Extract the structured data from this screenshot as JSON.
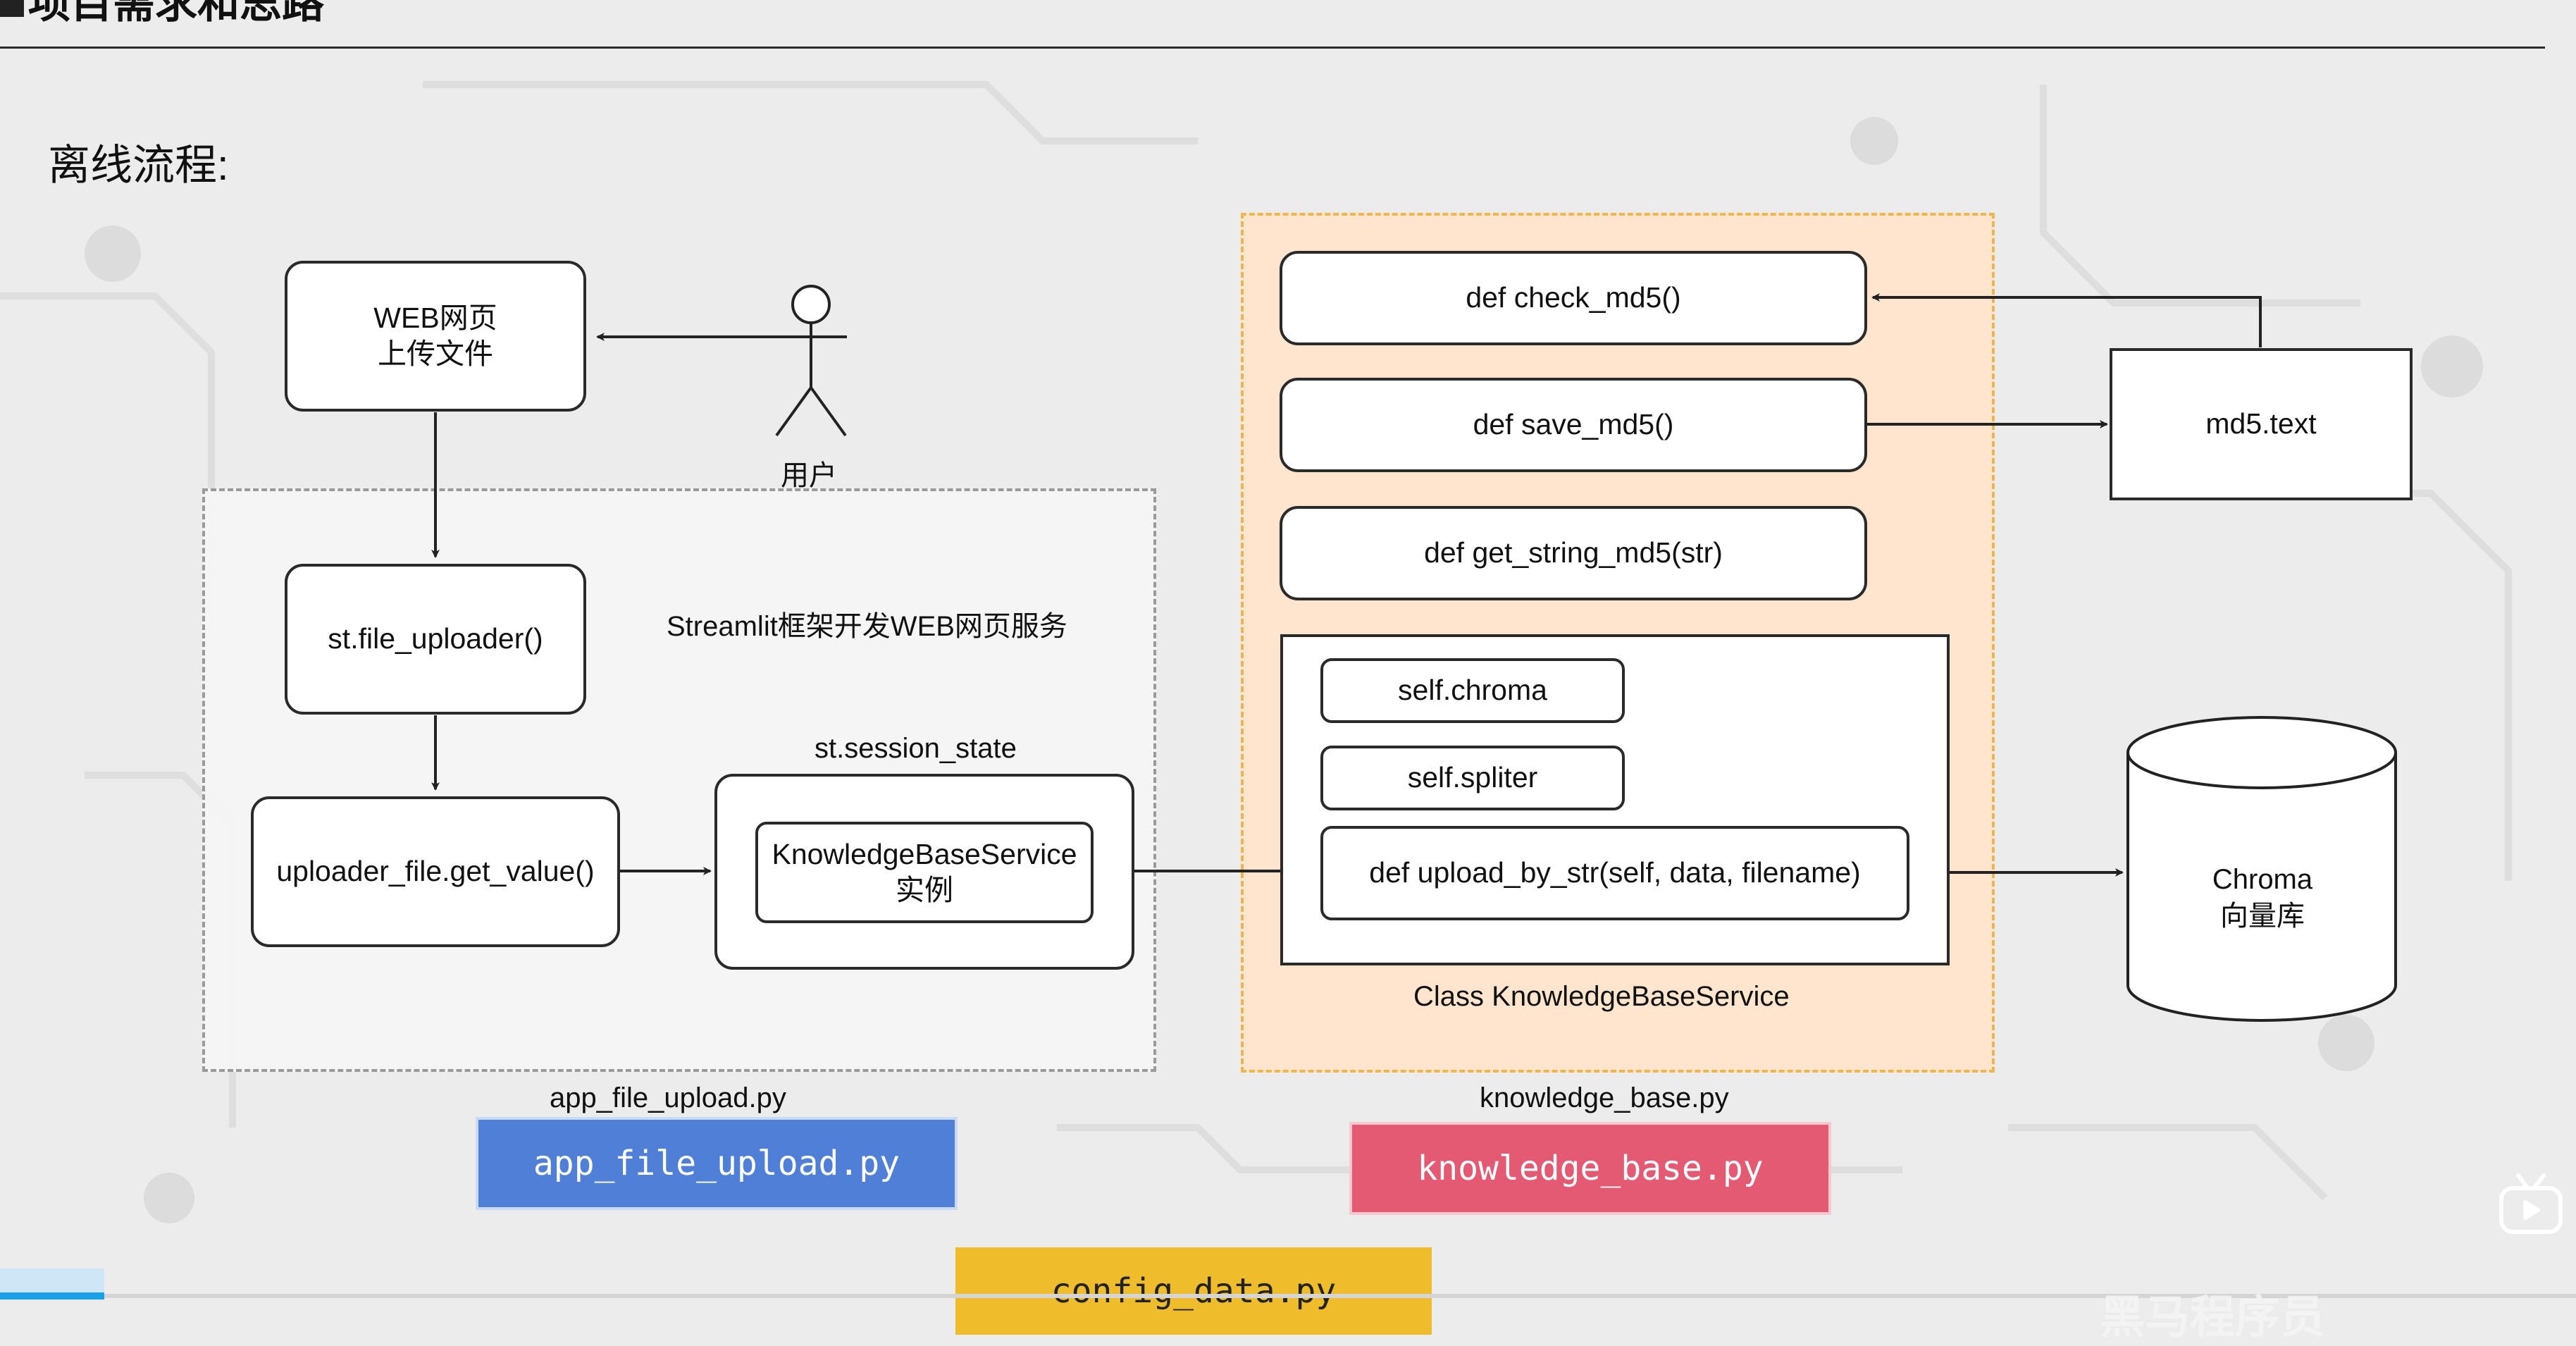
{
  "slide": {
    "title": "项目需求和思路",
    "subtitle": "离线流程:"
  },
  "diagram": {
    "web_page_line1": "WEB网页",
    "web_page_line2": "上传文件",
    "user_label": "用户",
    "file_uploader": "st.file_uploader()",
    "streamlit_note": "Streamlit框架开发WEB网页服务",
    "session_state_label": "st.session_state",
    "get_value": "uploader_file.get_value()",
    "kbs_instance_line1": "KnowledgeBaseService",
    "kbs_instance_line2": "实例",
    "app_file_label": "app_file_upload.py",
    "check_md5": "def check_md5()",
    "save_md5": "def save_md5()",
    "get_string_md5": "def get_string_md5(str)",
    "self_chroma": "self.chroma",
    "self_spliter": "self.spliter",
    "upload_by_str": "def upload_by_str(self, data, filename)",
    "class_label": "Class KnowledgeBaseService",
    "knowledge_file_label": "knowledge_base.py",
    "md5_file": "md5.text",
    "chroma_line1": "Chroma",
    "chroma_line2": "向量库"
  },
  "tags": {
    "app_file_upload": "app_file_upload.py",
    "knowledge_base": "knowledge_base.py",
    "config_data": "config_data.py"
  },
  "colors": {
    "tag_blue": "#4f7fd6",
    "tag_red": "#e35a72",
    "tag_yellow": "#efbd2b",
    "right_region_fill": "#ffe4cc",
    "right_region_border": "#f0b64e"
  },
  "watermark": "黑马程序员",
  "icons": {
    "user": "stick-figure-icon",
    "player": "tv-icon"
  }
}
